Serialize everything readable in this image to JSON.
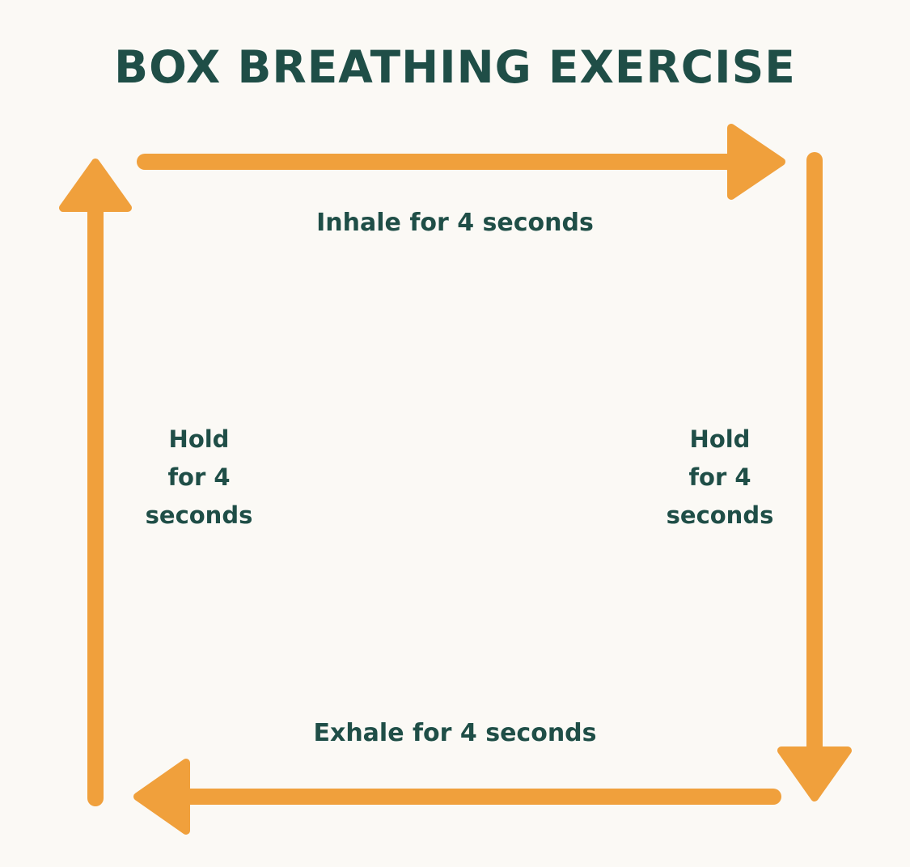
{
  "title": "BOX BREATHING EXERCISE",
  "steps": {
    "top": "Inhale for 4 seconds",
    "right": [
      "Hold",
      "for 4",
      "seconds"
    ],
    "bottom": "Exhale for 4 seconds",
    "left": [
      "Hold",
      "for 4",
      "seconds"
    ]
  },
  "colors": {
    "background": "#fbf9f5",
    "text": "#1f4e47",
    "arrow": "#f0a03c"
  }
}
